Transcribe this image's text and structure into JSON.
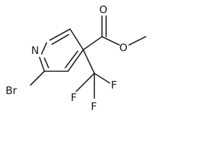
{
  "molecule": {
    "atoms": {
      "nitrogen": "N",
      "bromine": "Br",
      "carbonyl_oxygen": "O",
      "ester_oxygen": "O",
      "fluorine_1": "F",
      "fluorine_2": "F",
      "fluorine_3": "F"
    }
  }
}
